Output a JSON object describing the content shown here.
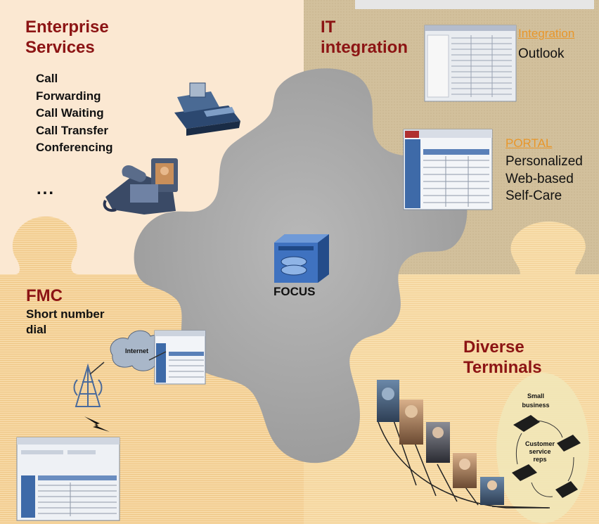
{
  "quadrants": {
    "enterprise": {
      "title_line1": "Enterprise",
      "title_line2": "Services",
      "items": [
        "Call",
        "Forwarding",
        "Call Waiting",
        "Call Transfer",
        "Conferencing"
      ],
      "ellipsis": "..."
    },
    "it": {
      "title_line1": "IT",
      "title_line2": "integration",
      "integration_link": "Integration",
      "integration_item": "Outlook",
      "portal_link": "PORTAL",
      "portal_items": [
        "Personalized",
        "Web-based",
        "Self-Care"
      ]
    },
    "fmc": {
      "title": "FMC",
      "items": [
        "Short number",
        "dial"
      ],
      "internet_label": "Internet"
    },
    "terminals": {
      "title_line1": "Diverse",
      "title_line2": "Terminals",
      "small_business": [
        "Small",
        "business"
      ],
      "customer_service": [
        "Customer",
        "service",
        "reps"
      ]
    }
  },
  "center": {
    "label": "FOCUS"
  },
  "colors": {
    "heading": "#8c1414",
    "link": "#e8962a",
    "top_left_bg": "#fbe8d2",
    "top_right_bg": "#d2c09c",
    "bottom_left_bg": "#f7d9a6",
    "bottom_right_bg": "#f8dfae",
    "center_blob": "#a6a6a6",
    "ellipse": "#f1e8b8"
  },
  "icons": [
    "desk-phone-icon",
    "video-phone-icon",
    "server-rack-icon",
    "cloud-icon",
    "cell-tower-icon",
    "lightning-icon",
    "person-icon",
    "phone-handset-icon"
  ]
}
